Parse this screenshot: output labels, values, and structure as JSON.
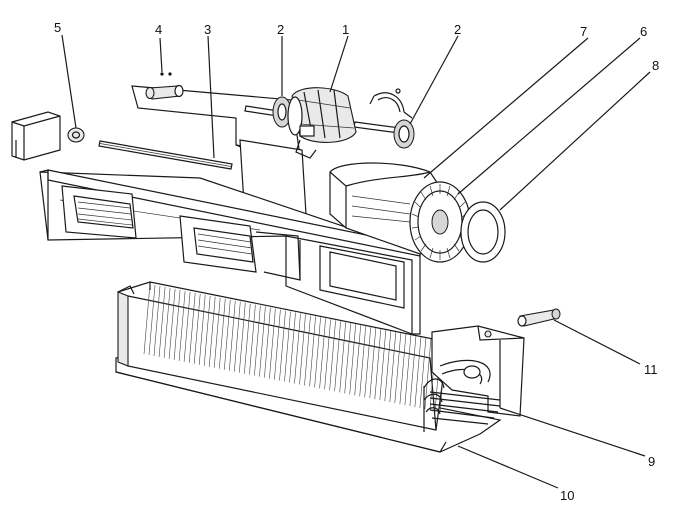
{
  "callouts": [
    {
      "id": "c1",
      "label": "1"
    },
    {
      "id": "c2a",
      "label": "2"
    },
    {
      "id": "c2b",
      "label": "2"
    },
    {
      "id": "c3",
      "label": "3"
    },
    {
      "id": "c4",
      "label": "4"
    },
    {
      "id": "c5",
      "label": "5"
    },
    {
      "id": "c6",
      "label": "6"
    },
    {
      "id": "c7",
      "label": "7"
    },
    {
      "id": "c8",
      "label": "8"
    },
    {
      "id": "c9",
      "label": "9"
    },
    {
      "id": "c10",
      "label": "10"
    },
    {
      "id": "c11",
      "label": "11"
    }
  ]
}
